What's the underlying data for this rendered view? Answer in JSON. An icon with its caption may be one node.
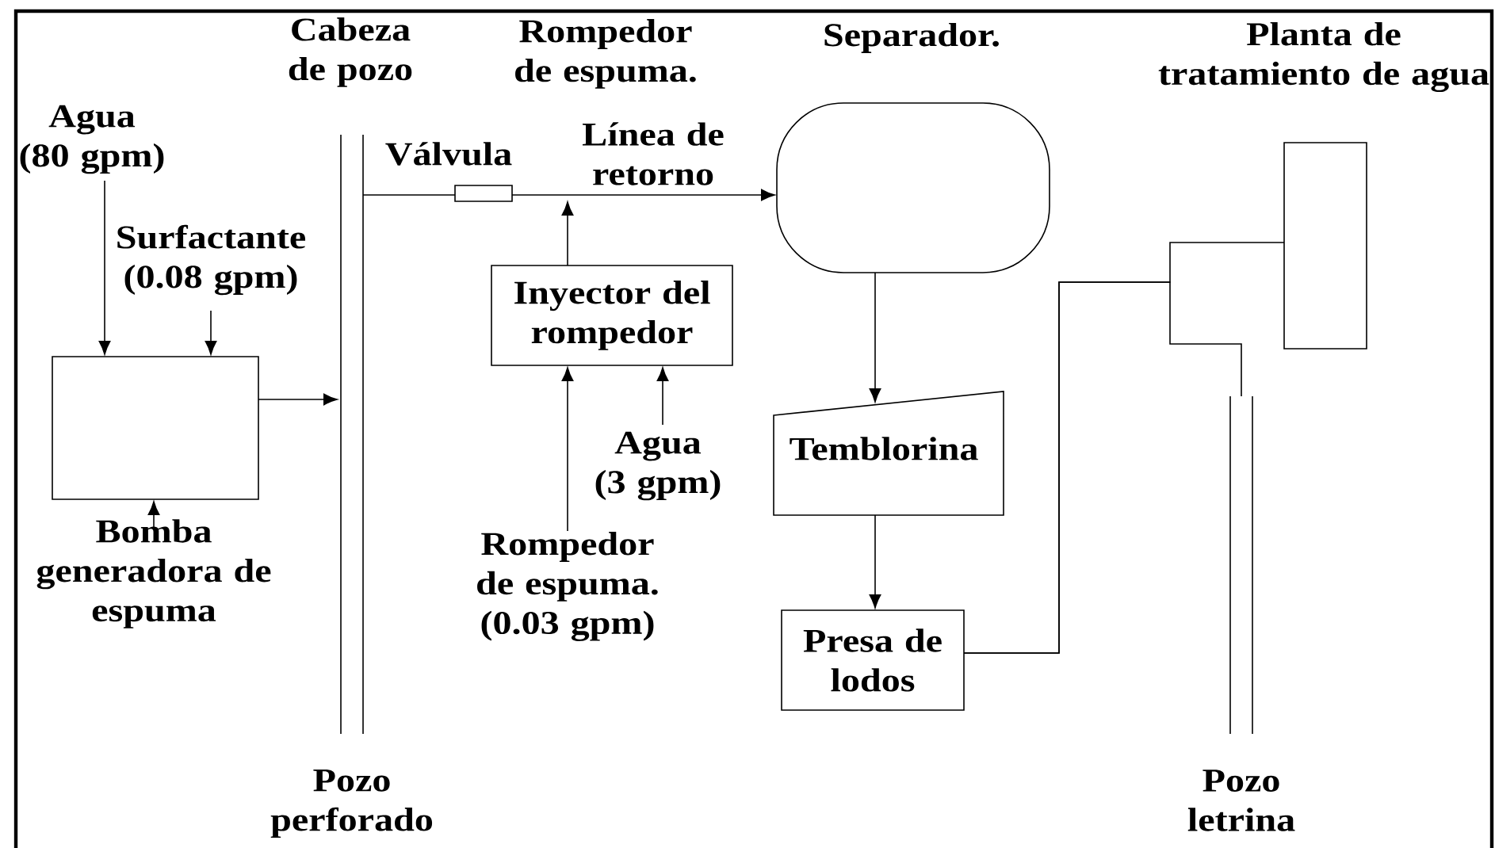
{
  "diagram": {
    "nodes": [
      {
        "text": [
          "Agua (80 gpm)"
        ]
      },
      {
        "text": [
          "Surfactante (0.08 gpm)"
        ]
      },
      {
        "text": [],
        "shape": "box"
      },
      {
        "text": [
          "Bomba generadora de espuma"
        ]
      },
      {
        "text": [],
        "shape": "pipe"
      },
      {
        "text": [
          "Válvula"
        ]
      },
      {
        "text": [
          "Inyector del rompedor"
        ]
      },
      {
        "text": [
          "Agua (3 gpm)"
        ]
      },
      {
        "text": [
          "Rompedor de espuma. (0.03 gpm)"
        ]
      },
      {
        "text": [
          "Separador."
        ]
      },
      {
        "text": [
          "Temblorina"
        ]
      },
      {
        "text": [
          "Presa de lodos"
        ]
      },
      {
        "text": [
          "Planta de tratamiento de agua"
        ]
      },
      {
        "text": [
          "Pozo letrina"
        ]
      }
    ],
    "edges": [
      {
        "from": 0,
        "to": 2,
        "arrow": "to"
      },
      {
        "from": 1,
        "to": 2,
        "arrow": "to"
      },
      {
        "from": 3,
        "to": 2,
        "arrow": "to"
      },
      {
        "from": 2,
        "to": 4,
        "arrow": "to"
      },
      {
        "from": 4,
        "to": 5,
        "arrow": "none"
      },
      {
        "from": 5,
        "to": 9,
        "arrow": "to"
      },
      {
        "from": 6,
        "to": null,
        "arrow": "to"
      },
      {
        "from": 7,
        "to": 6,
        "arrow": "to"
      },
      {
        "from": 8,
        "to": 6,
        "arrow": "to"
      },
      {
        "from": 9,
        "to": 10,
        "arrow": "to"
      },
      {
        "from": 10,
        "to": 11,
        "arrow": "to"
      },
      {
        "from": 11,
        "to": 12,
        "arrow": "none"
      },
      {
        "from": 11,
        "to": 13,
        "arrow": "none"
      }
    ],
    "labels": [
      "Cabeza de pozo",
      "Rompedor de espuma.",
      "Línea de retorno",
      "Pozo perforado"
    ]
  }
}
